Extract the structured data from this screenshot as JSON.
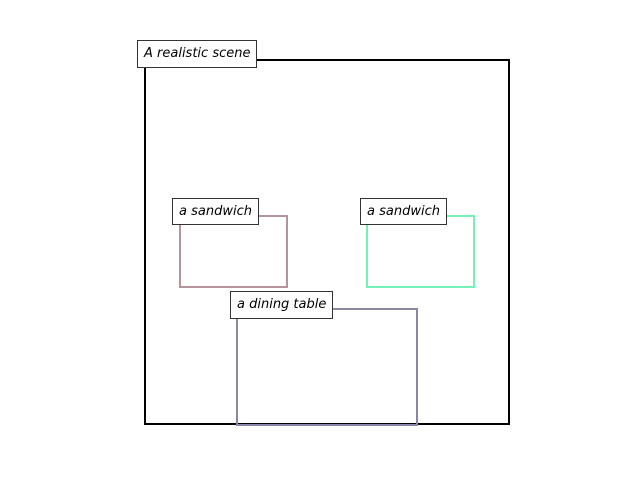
{
  "scene": {
    "title": "A realistic scene"
  },
  "objects": [
    {
      "label": "a sandwich",
      "color": "#b4939b"
    },
    {
      "label": "a sandwich",
      "color": "#74f0b8"
    },
    {
      "label": "a dining table",
      "color": "#8a88a8"
    }
  ],
  "colors": {
    "frame": "#000000",
    "label_border": "#333333",
    "label_background": "#ffffff"
  }
}
